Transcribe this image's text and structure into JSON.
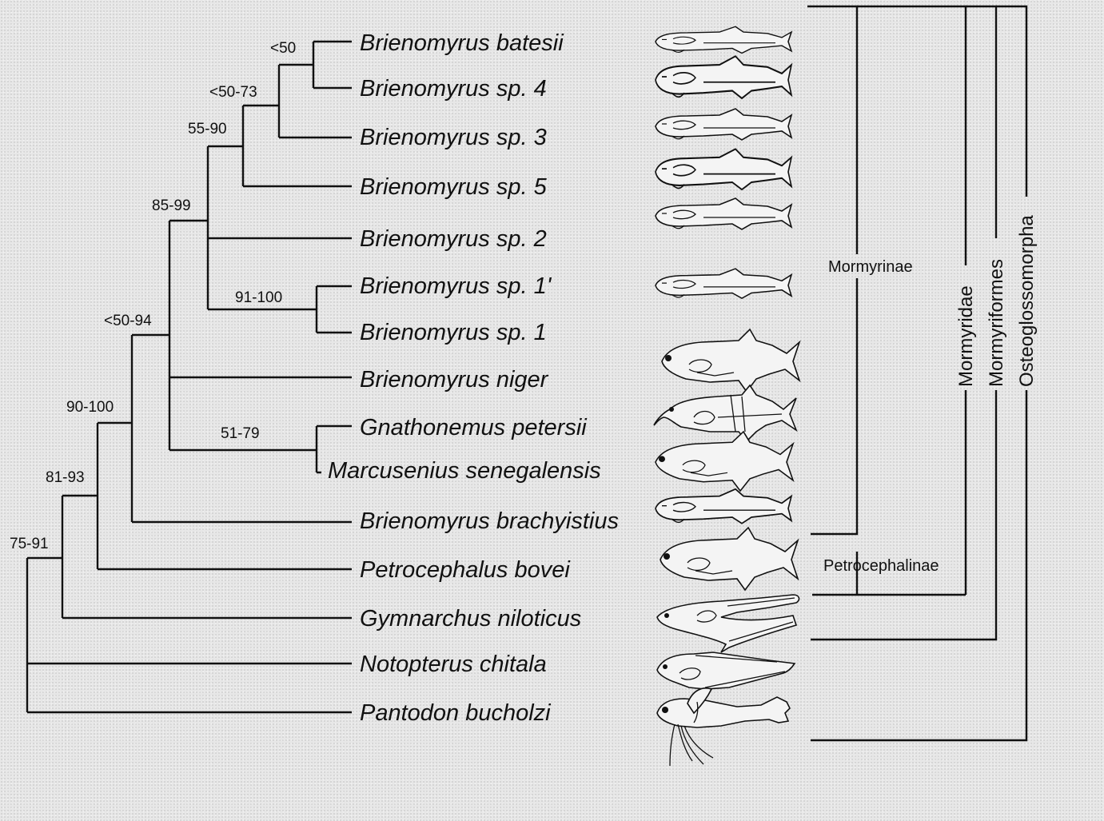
{
  "taxa": [
    {
      "name": "Brienomyrus batesii",
      "fish": "mormyrid-fish-icon"
    },
    {
      "name": "Brienomyrus sp. 4",
      "fish": "mormyrid-fish-icon"
    },
    {
      "name": "Brienomyrus sp. 3",
      "fish": "mormyrid-fish-icon"
    },
    {
      "name": "Brienomyrus sp. 5",
      "fish": "mormyrid-fish-icon"
    },
    {
      "name": "Brienomyrus sp. 2",
      "fish": "mormyrid-fish-icon"
    },
    {
      "name": "Brienomyrus sp. 1'",
      "fish": "mormyrid-fish-icon"
    },
    {
      "name": "Brienomyrus sp. 1",
      "fish": ""
    },
    {
      "name": "Brienomyrus niger",
      "fish": "deep-body-fish-icon"
    },
    {
      "name": "Gnathonemus petersii",
      "fish": "elephantnose-fish-icon"
    },
    {
      "name": "Marcusenius senegalensis",
      "fish": "deep-body-fish-icon"
    },
    {
      "name": "Brienomyrus brachyistius",
      "fish": "mormyrid-fish-icon"
    },
    {
      "name": "Petrocephalus bovei",
      "fish": "deep-body-fish-icon"
    },
    {
      "name": "Gymnarchus niloticus",
      "fish": "eel-fish-icon"
    },
    {
      "name": "Notopterus chitala",
      "fish": "knifefish-icon"
    },
    {
      "name": "Pantodon bucholzi",
      "fish": "butterflyfish-icon"
    }
  ],
  "supports": {
    "n_batesii_sp4": "<50",
    "n_sp3": "<50-73",
    "n_sp5": "55-90",
    "n_sp2_group": "85-99",
    "n_sp1_pair": "91-100",
    "n_niger_group": "<50-94",
    "n_gnath_marc": "51-79",
    "n_brachy": "90-100",
    "n_petro": "81-93",
    "n_gymn": "75-91"
  },
  "groups": {
    "mormyrinae": "Mormyrinae",
    "petrocephalinae": "Petrocephalinae",
    "mormyridae": "Mormyridae",
    "mormyriformes": "Mormyriformes",
    "osteoglossomorpha": "Osteoglossomorpha"
  }
}
